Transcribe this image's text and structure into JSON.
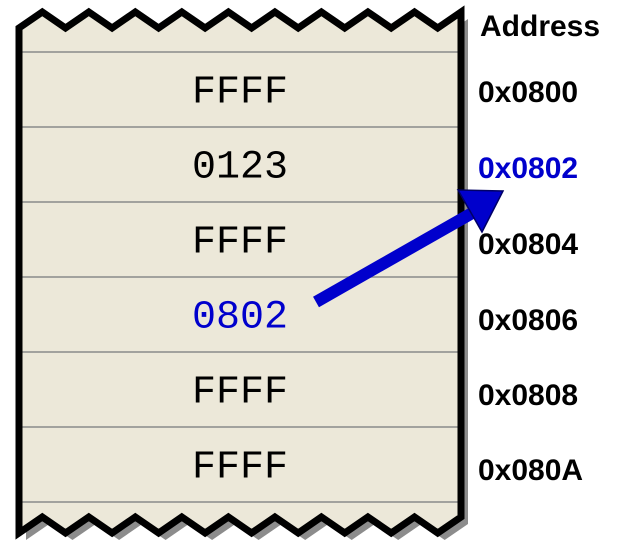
{
  "address_header": "Address",
  "colors": {
    "cell_fill": "#ECE8D9",
    "border": "#000000",
    "divider": "#8a8a8a",
    "shadow": "#8c8c8c",
    "text": "#000000",
    "highlight": "#0000CC"
  },
  "memory": [
    {
      "value": "FFFF",
      "address": "0x0800",
      "highlighted": false
    },
    {
      "value": "0123",
      "address": "0x0802",
      "highlighted": true
    },
    {
      "value": "FFFF",
      "address": "0x0804",
      "highlighted": false
    },
    {
      "value": "0802",
      "address": "0x0806",
      "highlighted": true
    },
    {
      "value": "FFFF",
      "address": "0x0808",
      "highlighted": false
    },
    {
      "value": "FFFF",
      "address": "0x080A",
      "highlighted": false
    }
  ],
  "pointer": {
    "from_value": "0802",
    "to_address": "0x0802"
  }
}
